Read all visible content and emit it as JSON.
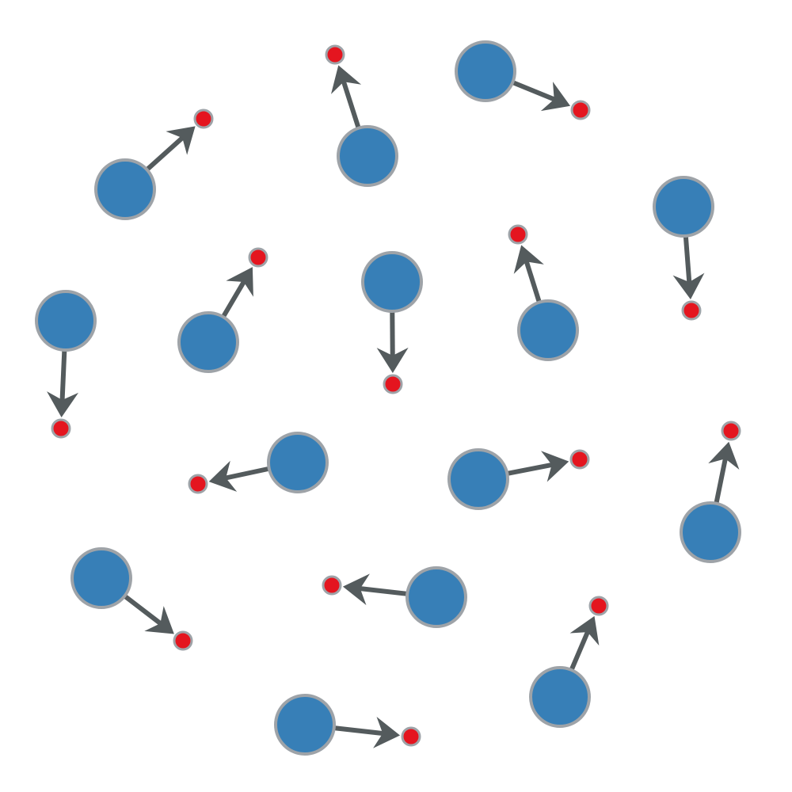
{
  "colors": {
    "background": "#ffffff",
    "source_fill": "#377fb7",
    "source_stroke": "#9ea3a8",
    "target_fill": "#e4151f",
    "target_stroke": "#9ea3a8",
    "arrow": "#545b5d"
  },
  "icons": {
    "source": "large-blue-circle-node",
    "target": "small-red-circle-node",
    "edge": "directed-arrow"
  }
}
